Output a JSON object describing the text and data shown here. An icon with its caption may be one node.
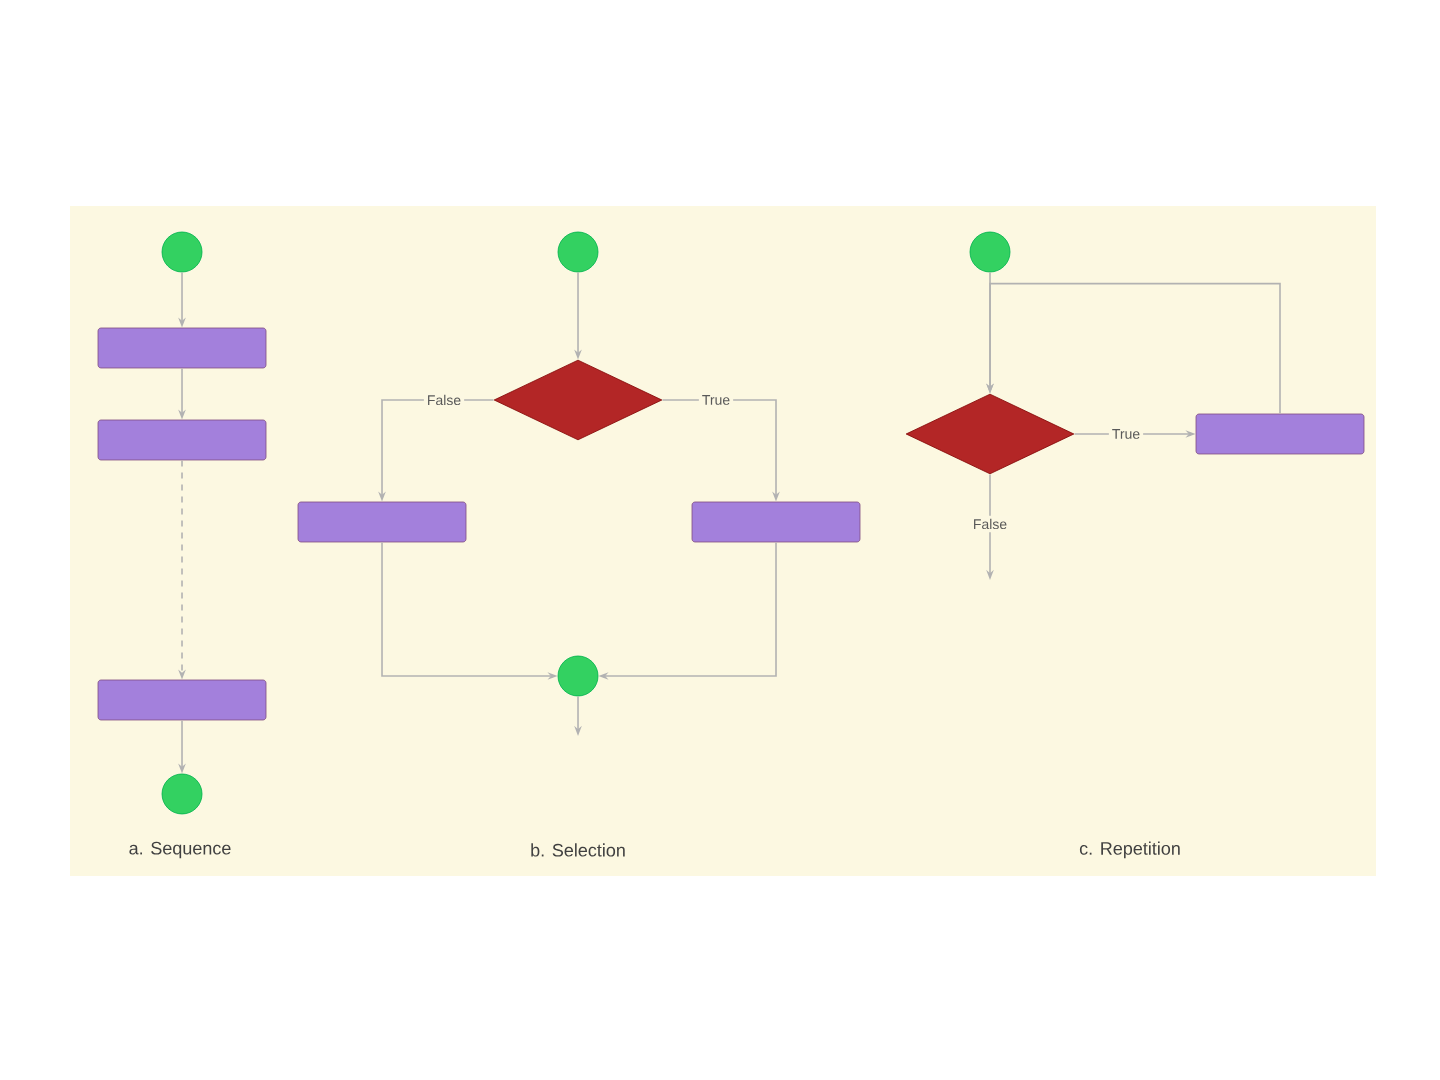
{
  "diagram": {
    "nodes": [
      {
        "text": [],
        "shape": "circle"
      },
      {
        "text": [],
        "shape": "box"
      },
      {
        "text": [],
        "shape": "box"
      },
      {
        "text": [],
        "shape": "box"
      },
      {
        "text": [],
        "shape": "circle"
      },
      {
        "text": [],
        "shape": "circle"
      },
      {
        "text": [],
        "shape": "diamond"
      },
      {
        "text": [],
        "shape": "box"
      },
      {
        "text": [],
        "shape": "box"
      },
      {
        "text": [],
        "shape": "circle"
      },
      {
        "text": [],
        "shape": "circle"
      },
      {
        "text": [],
        "shape": "diamond"
      },
      {
        "text": [],
        "shape": "box"
      }
    ],
    "edges": [
      {
        "from": 0,
        "to": 1,
        "arrow": "to"
      },
      {
        "from": 1,
        "to": 2,
        "arrow": "to"
      },
      {
        "from": 2,
        "to": 3,
        "arrow": "to",
        "style": "dashed"
      },
      {
        "from": 3,
        "to": 4,
        "arrow": "to"
      },
      {
        "from": 5,
        "to": 6,
        "arrow": "to"
      },
      {
        "from": 6,
        "to": 7,
        "arrow": "to",
        "label": "False"
      },
      {
        "from": 6,
        "to": 8,
        "arrow": "to",
        "label": "True"
      },
      {
        "from": 7,
        "to": 9,
        "arrow": "to"
      },
      {
        "from": 8,
        "to": 9,
        "arrow": "to"
      },
      {
        "from": 9,
        "to": null,
        "arrow": "to"
      },
      {
        "from": 10,
        "to": 11,
        "arrow": "to"
      },
      {
        "from": 11,
        "to": 12,
        "arrow": "to",
        "label": "True"
      },
      {
        "from": 12,
        "to": 11,
        "arrow": "to"
      },
      {
        "from": 11,
        "to": null,
        "arrow": "to",
        "label": "False"
      }
    ],
    "labels": [
      "a. Sequence",
      "b. Selection",
      "c. Repetition"
    ]
  }
}
